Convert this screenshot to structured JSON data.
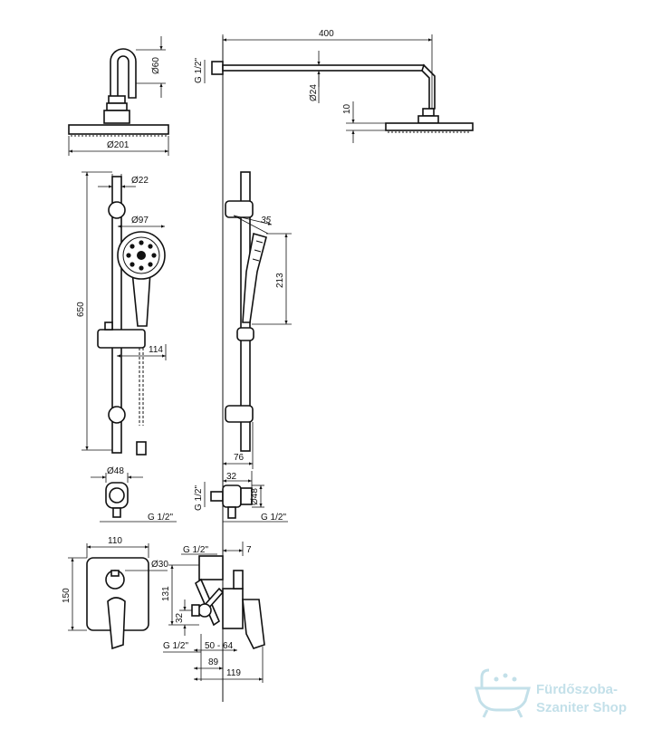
{
  "dimensions": {
    "d60": "Ø60",
    "d201": "Ø201",
    "d22": "Ø22",
    "d97": "Ø97",
    "l650": "650",
    "l114": "114",
    "d48_front": "Ø48",
    "g12_front": "G 1/2\"",
    "l110": "110",
    "d30": "Ø30",
    "l150": "150",
    "g12_top": "G 1/2\"",
    "l400": "400",
    "d24": "Ø24",
    "l10": "10",
    "a35": "35",
    "l213": "213",
    "l76": "76",
    "l32_side": "32",
    "g12_side_left": "G 1/2\"",
    "d48_side": "Ø48",
    "g12_side_right": "G 1/2\"",
    "g12_valve_top": "G 1/2\"",
    "l7": "7",
    "l131": "131",
    "l32_valve": "32",
    "g12_valve_bottom": "G 1/2\"",
    "l50_64": "50 - 64",
    "l89": "89",
    "l119": "119"
  },
  "watermark": {
    "line1": "Fürdőszoba-",
    "line2": "Szaniter Shop",
    "icon": "bathtub-icon"
  }
}
